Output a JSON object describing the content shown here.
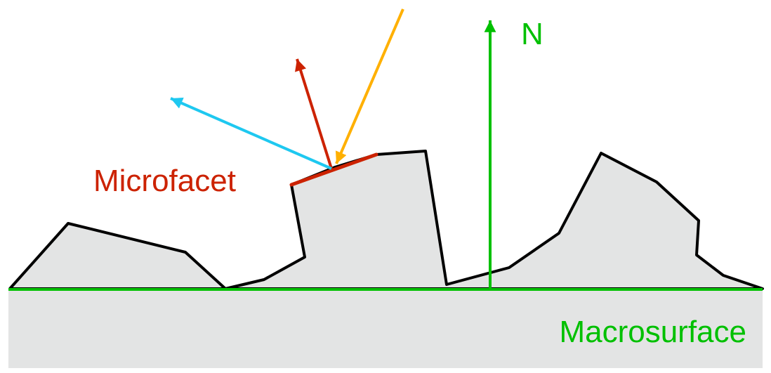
{
  "labels": {
    "normal": "N",
    "microfacet": "Microfacet",
    "macrosurface": "Macrosurface"
  },
  "colors": {
    "normal_green": "#00c000",
    "microfacet_red": "#cc2200",
    "incident_orange": "#ffb000",
    "reflected_blue": "#1ec8f0",
    "surface_fill": "#e3e4e4",
    "surface_outline": "#000000"
  }
}
